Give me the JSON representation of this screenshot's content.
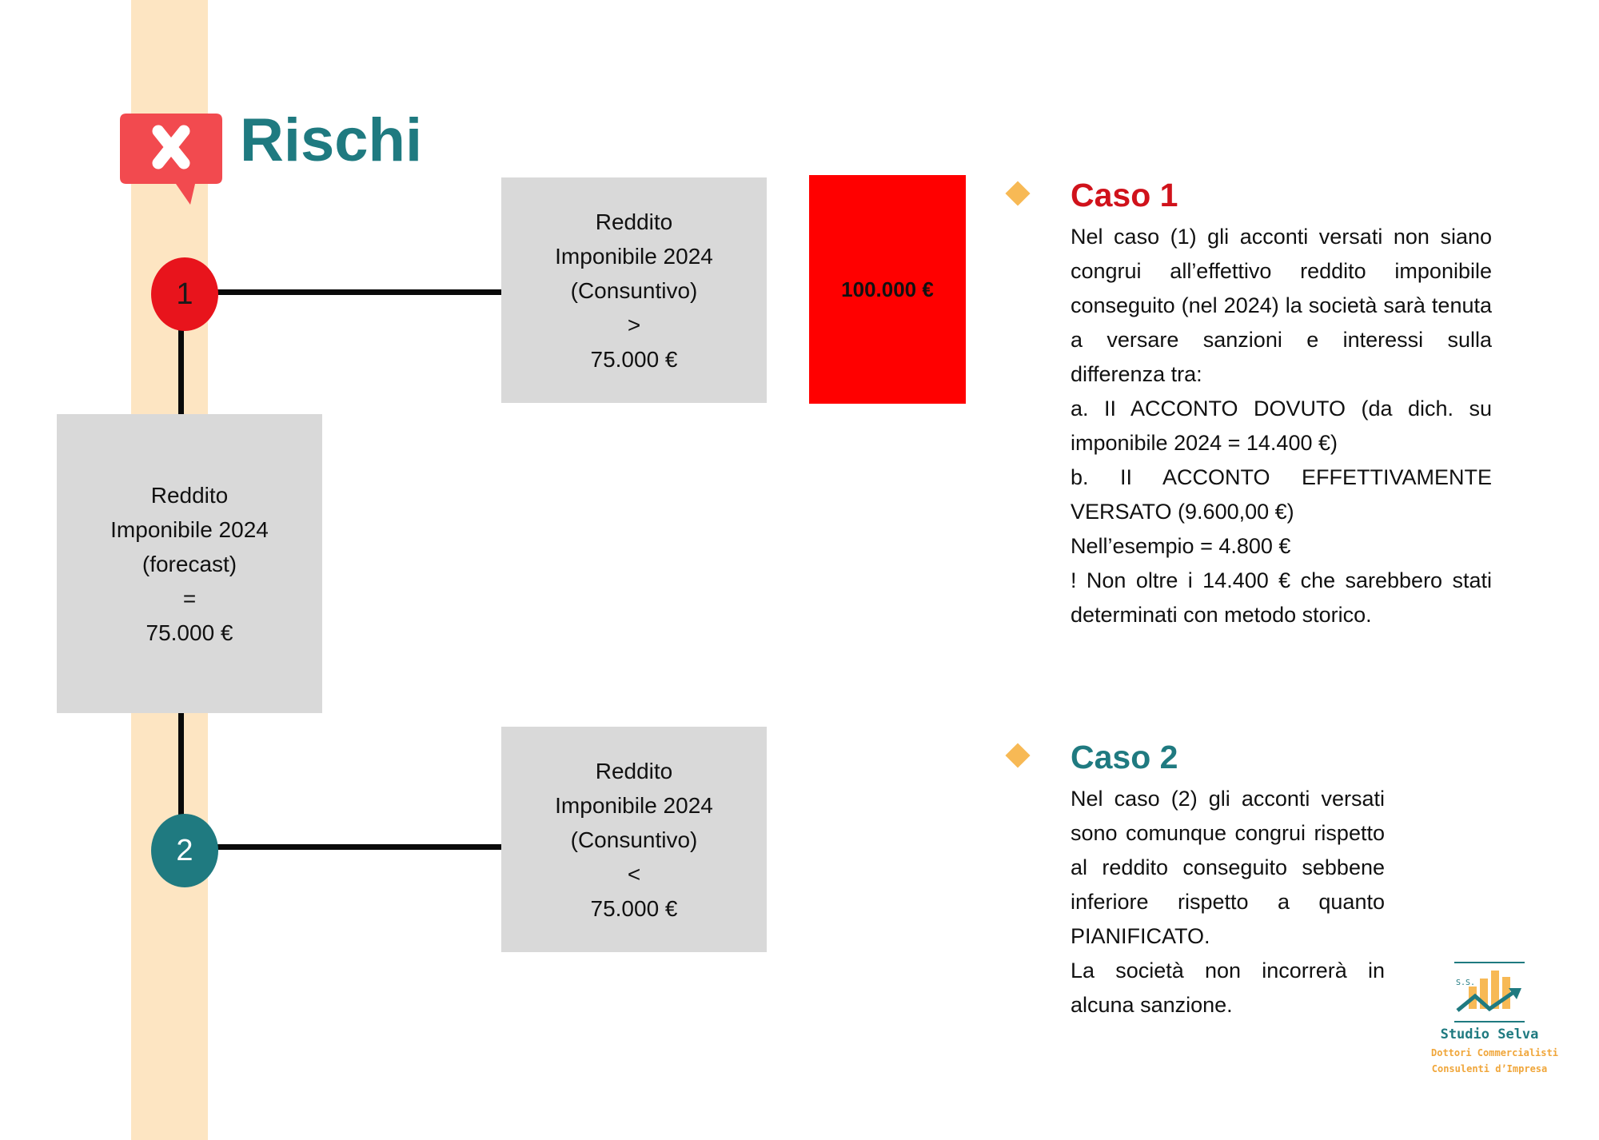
{
  "header": {
    "title": "Rischi",
    "icon": "close-x-icon",
    "icon_color": "#f24a4f"
  },
  "colors": {
    "stripe": "#fde5c2",
    "teal": "#1f7a80",
    "red": "#e8141c",
    "box_grey": "#d9d9d9",
    "diamond": "#f7b955"
  },
  "timeline": {
    "forecast_box": {
      "line1": "Reddito",
      "line2": "Imponibile 2024",
      "line3": "(forecast)",
      "line4": "=",
      "line5": "75.000 €"
    },
    "nodes": [
      {
        "number": "1",
        "box": {
          "line1": "Reddito",
          "line2": "Imponibile 2024",
          "line3": "(Consuntivo)",
          "line4": ">",
          "line5": "75.000 €"
        },
        "highlight": "100.000 €"
      },
      {
        "number": "2",
        "box": {
          "line1": "Reddito",
          "line2": "Imponibile 2024",
          "line3": "(Consuntivo)",
          "line4": "<",
          "line5": "75.000 €"
        }
      }
    ]
  },
  "cases": [
    {
      "title": "Caso 1",
      "paragraphs": [
        "Nel caso (1) gli acconti versati non siano congrui all’effettivo reddito imponibile conseguito (nel 2024) la società sarà tenuta a versare sanzioni e interessi sulla differenza tra:",
        "a. II ACCONTO DOVUTO (da dich. su imponibile 2024 = 14.400 €)",
        "b. II ACCONTO EFFETTIVAMENTE VERSATO (9.600,00 €)",
        "Nell’esempio = 4.800 €",
        "! Non oltre i 14.400 € che sarebbero stati determinati con metodo storico."
      ]
    },
    {
      "title": "Caso 2",
      "paragraphs": [
        "Nel caso (2) gli acconti versati sono comunque congrui rispetto al reddito conseguito sebbene inferiore rispetto a quanto PIANIFICATO.",
        "La società non incorrerà in alcuna sanzione."
      ]
    }
  ],
  "logo": {
    "initials": "S.S.",
    "name": "Studio Selva",
    "subtitle1": "Dottori Commercialisti",
    "subtitle2": "Consulenti d’Impresa"
  }
}
